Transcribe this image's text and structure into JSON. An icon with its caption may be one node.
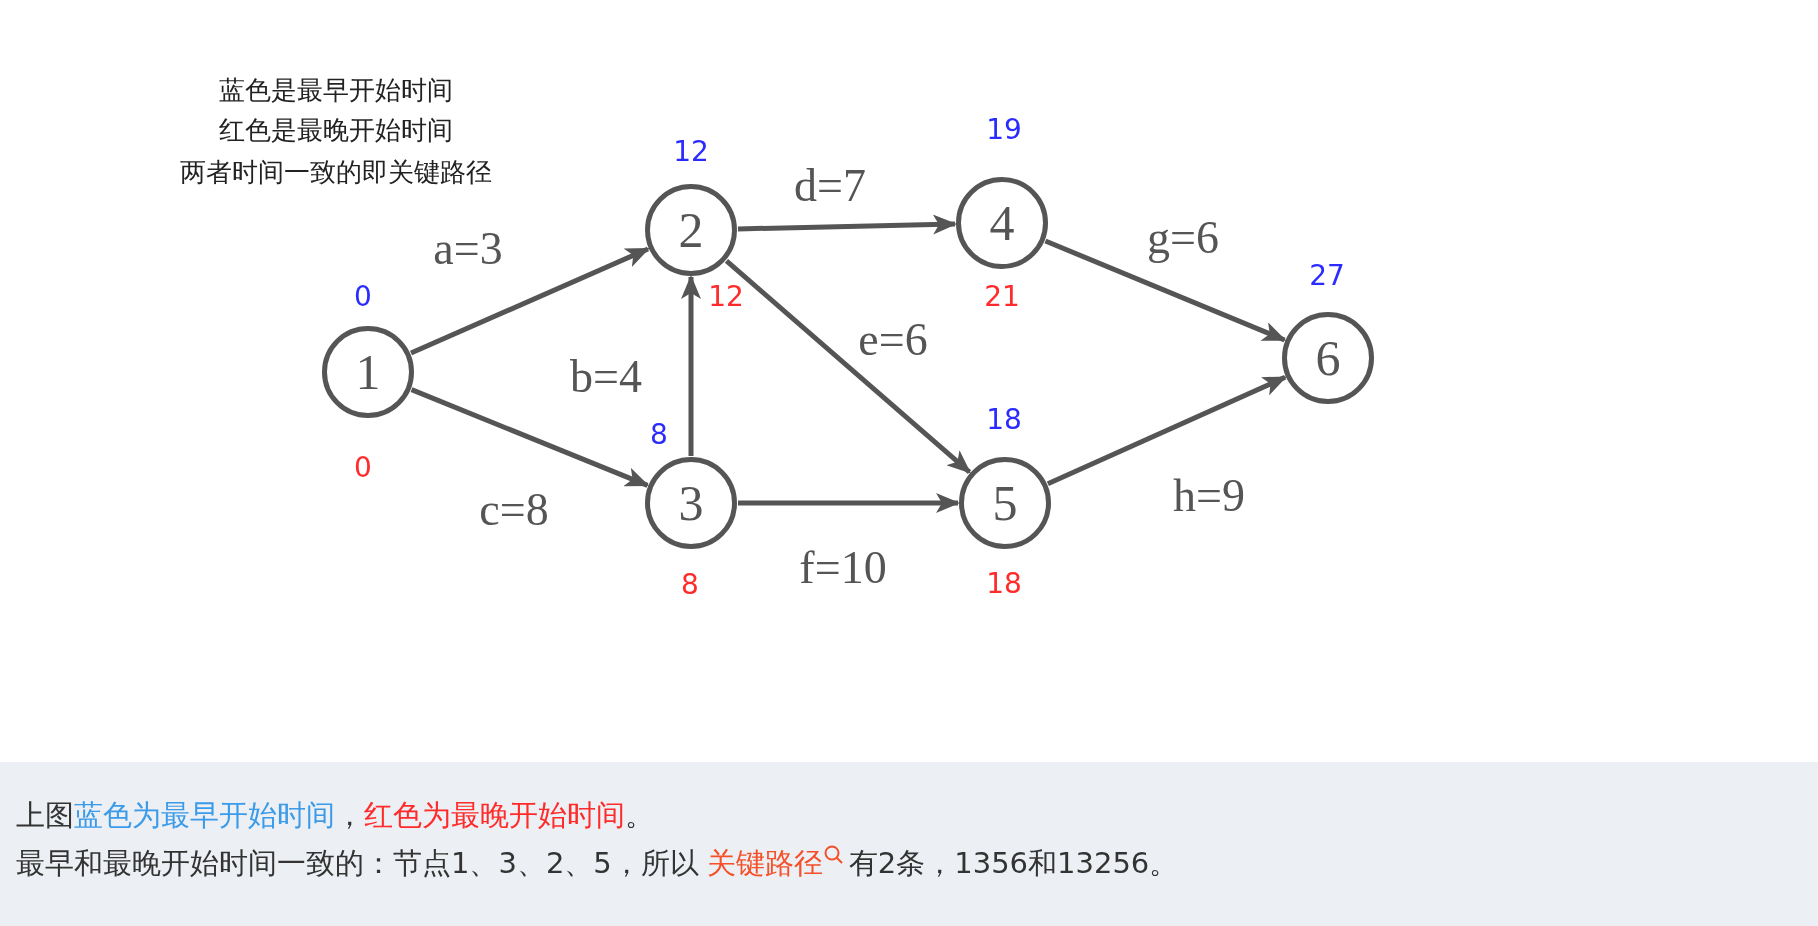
{
  "diagram": {
    "nodes": [
      {
        "text": [
          "1"
        ],
        "beside": [
          "0",
          "0"
        ]
      },
      {
        "text": [
          "2"
        ],
        "beside": [
          "12",
          "12"
        ]
      },
      {
        "text": [
          "3"
        ],
        "beside": [
          "8",
          "8"
        ]
      },
      {
        "text": [
          "4"
        ],
        "beside": [
          "19",
          "21"
        ]
      },
      {
        "text": [
          "5"
        ],
        "beside": [
          "18",
          "18"
        ]
      },
      {
        "text": [
          "6"
        ],
        "beside": [
          "27"
        ]
      }
    ],
    "edges": [
      {
        "from": 0,
        "to": 1,
        "arrow": "to",
        "label": "a=3"
      },
      {
        "from": 2,
        "to": 1,
        "arrow": "to",
        "label": "b=4"
      },
      {
        "from": 0,
        "to": 2,
        "arrow": "to",
        "label": "c=8"
      },
      {
        "from": 1,
        "to": 3,
        "arrow": "to",
        "label": "d=7"
      },
      {
        "from": 1,
        "to": 4,
        "arrow": "to",
        "label": "e=6"
      },
      {
        "from": 2,
        "to": 4,
        "arrow": "to",
        "label": "f=10"
      },
      {
        "from": 3,
        "to": 5,
        "arrow": "to",
        "label": "g=6"
      },
      {
        "from": 4,
        "to": 5,
        "arrow": "to",
        "label": "h=9"
      }
    ],
    "labels": [
      "蓝色是最早开始时间",
      "红色是最晚开始时间",
      "两者时间一致的即关键路径",
      "上图",
      "蓝色为最早开始时间",
      "，",
      "红色为最晚开始时间",
      "。",
      "最早和最晚开始时间一致的：节点1、3、2、5，所以",
      "关键路径",
      "有2条，1356和13256。"
    ]
  }
}
